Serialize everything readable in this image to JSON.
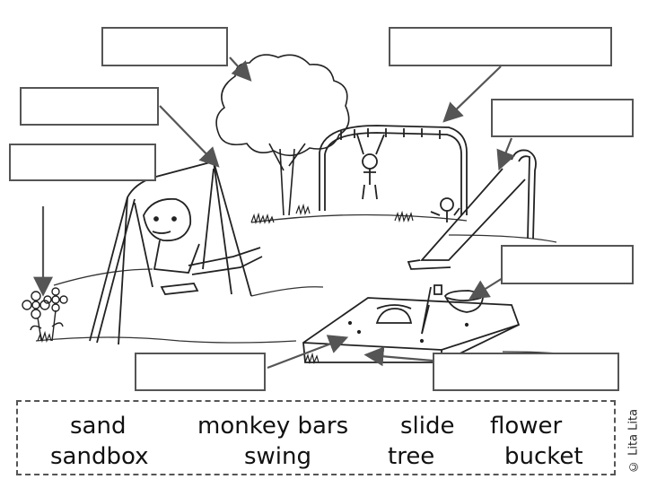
{
  "word_bank": {
    "row1": [
      "sand",
      "monkey bars",
      "slide",
      "flower"
    ],
    "row2": [
      "sandbox",
      "swing",
      "tree",
      "bucket"
    ]
  },
  "credit": "© Lita Lita"
}
